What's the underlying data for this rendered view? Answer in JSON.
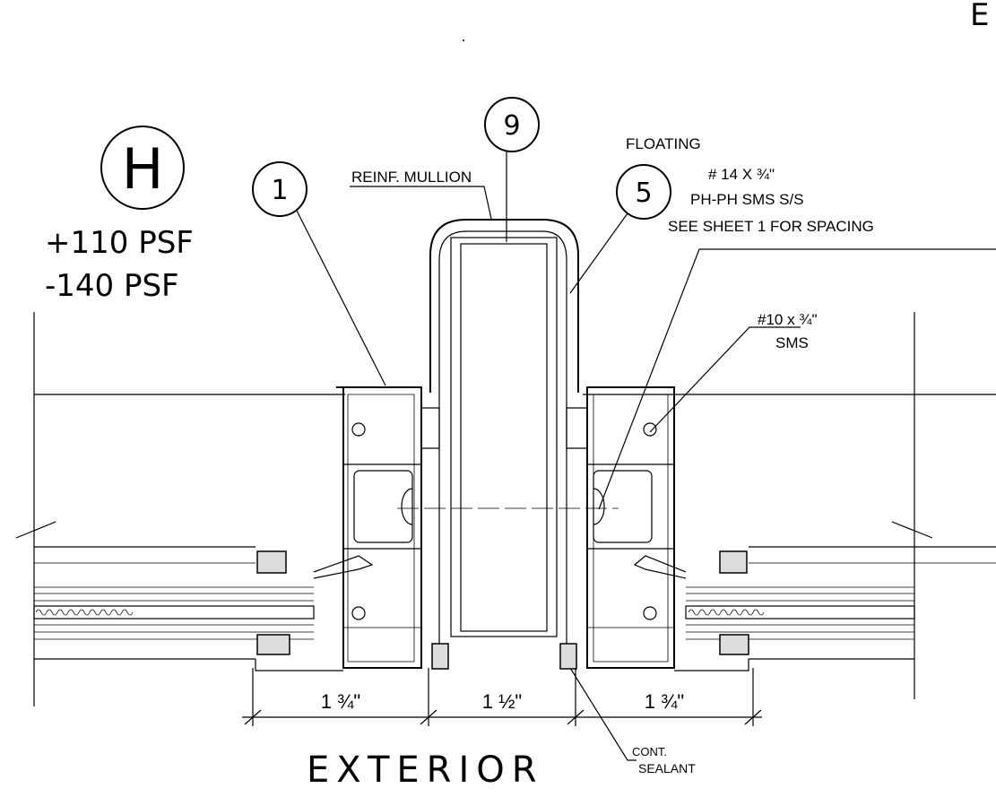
{
  "corner_mark": "E",
  "section": {
    "id": "H",
    "pos_pressure": "+110 PSF",
    "neg_pressure": "-140 PSF"
  },
  "bubbles": {
    "b1": "1",
    "b9": "9",
    "b5": "5"
  },
  "labels": {
    "reinf_mullion": "REINF. MULLION",
    "floating": "FLOATING",
    "screw14_line1": "# 14 X ¾\"",
    "screw14_line2": "PH-PH SMS S/S",
    "screw14_line3": "SEE SHEET 1 FOR SPACING",
    "screw10_line1": "#10 x ¾\"",
    "screw10_line2": "SMS",
    "sealant_line1": "CONT.",
    "sealant_line2": "SEALANT"
  },
  "dimensions": {
    "left": "1 ¾\"",
    "middle": "1 ½\"",
    "right": "1 ¾\""
  },
  "exterior_label": "EXTERIOR"
}
